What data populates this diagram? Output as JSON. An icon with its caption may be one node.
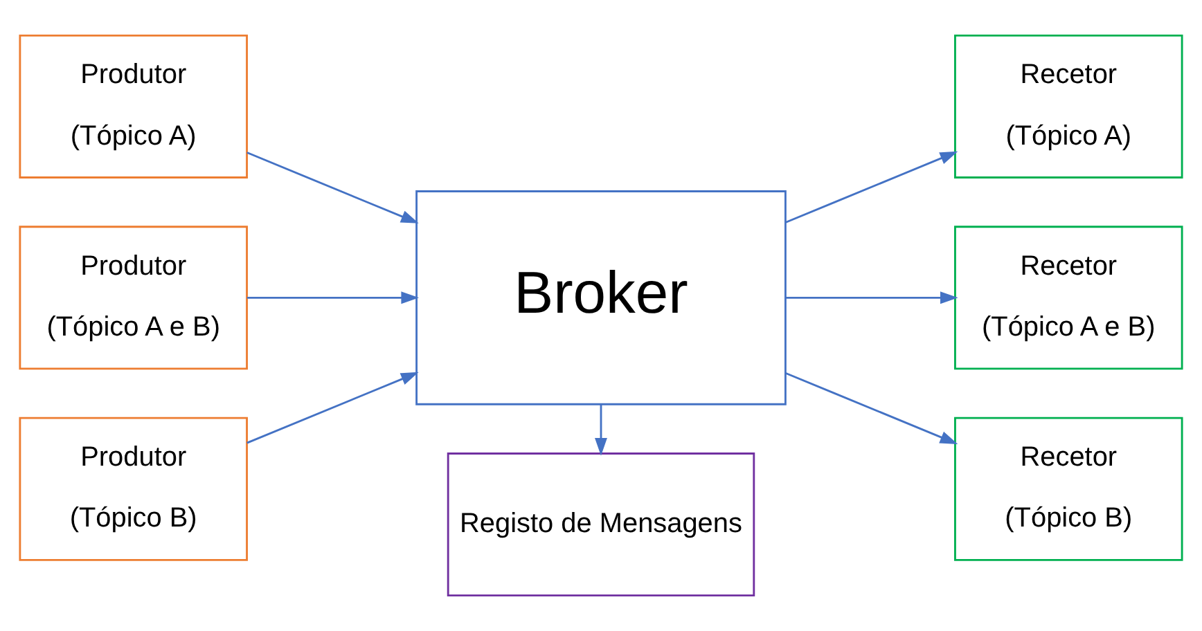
{
  "diagram": {
    "nodes": [
      {
        "text": [
          "Produtor",
          "(Tópico A)"
        ]
      },
      {
        "text": [
          "Produtor",
          "(Tópico A e B)"
        ]
      },
      {
        "text": [
          "Produtor",
          "(Tópico B)"
        ]
      },
      {
        "text": [
          "Registo de Mensagens"
        ]
      },
      {
        "text": [
          "Broker"
        ]
      },
      {
        "text": [
          "Recetor",
          "(Tópico A)"
        ]
      },
      {
        "text": [
          "Recetor",
          "(Tópico A e B)"
        ]
      },
      {
        "text": [
          "Recetor",
          "(Tópico B)"
        ]
      }
    ],
    "edges": [
      {
        "from": 0,
        "to": 4,
        "arrow": "to"
      },
      {
        "from": 1,
        "to": 4,
        "arrow": "to"
      },
      {
        "from": 2,
        "to": 4,
        "arrow": "to"
      },
      {
        "from": 4,
        "to": 3,
        "arrow": "to"
      },
      {
        "from": 4,
        "to": 5,
        "arrow": "to"
      },
      {
        "from": 4,
        "to": 6,
        "arrow": "to"
      },
      {
        "from": 4,
        "to": 7,
        "arrow": "to"
      }
    ]
  }
}
